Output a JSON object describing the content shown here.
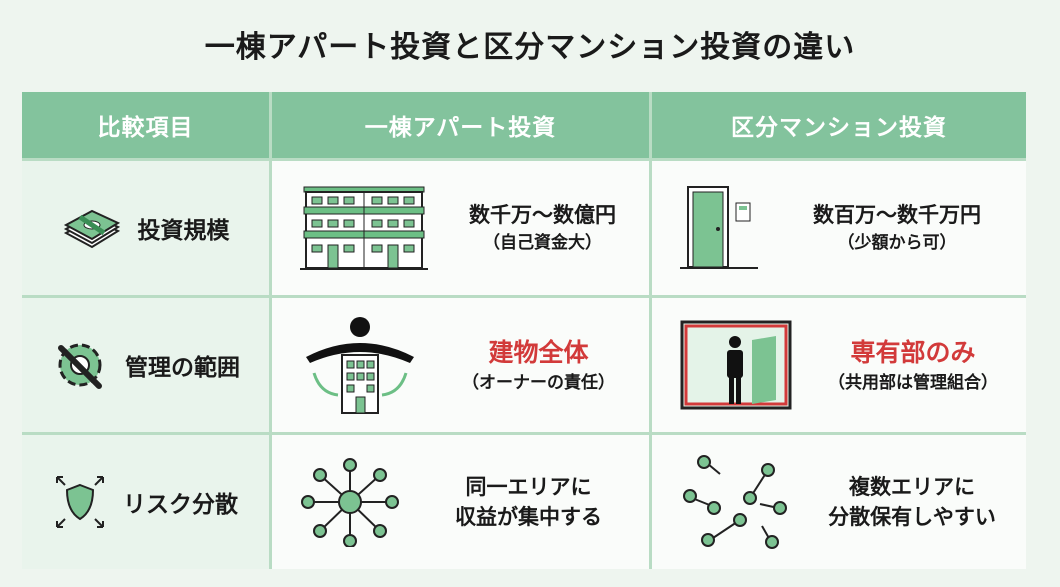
{
  "title": "一棟アパート投資と区分マンション投資の違い",
  "headers": [
    "比較項目",
    "一棟アパート投資",
    "区分マンション投資"
  ],
  "rows": [
    {
      "item": "投資規模",
      "icon": "money-stack-icon",
      "apartment": {
        "icon": "apartment-building-icon",
        "main": "数千万〜数億円",
        "sub": "（自己資金大）"
      },
      "mansion": {
        "icon": "condo-door-icon",
        "main": "数百万〜数千万円",
        "sub": "（少額から可）"
      }
    },
    {
      "item": "管理の範囲",
      "icon": "wrench-gear-icon",
      "apartment": {
        "icon": "owner-building-icon",
        "main": "建物全体",
        "sub": "（オーナーの責任）"
      },
      "mansion": {
        "icon": "person-room-icon",
        "main": "専有部のみ",
        "sub": "（共用部は管理組合）"
      }
    },
    {
      "item": "リスク分散",
      "icon": "shield-arrows-icon",
      "apartment": {
        "icon": "concentrated-network-icon",
        "main": "同一エリアに",
        "sub": "収益が集中する"
      },
      "mansion": {
        "icon": "dispersed-nodes-icon",
        "main": "複数エリアに",
        "sub": "分散保有しやすい"
      }
    }
  ],
  "colors": {
    "header": "#83c39d",
    "accent": "#6cbf85",
    "highlight": "#d23a3a"
  }
}
